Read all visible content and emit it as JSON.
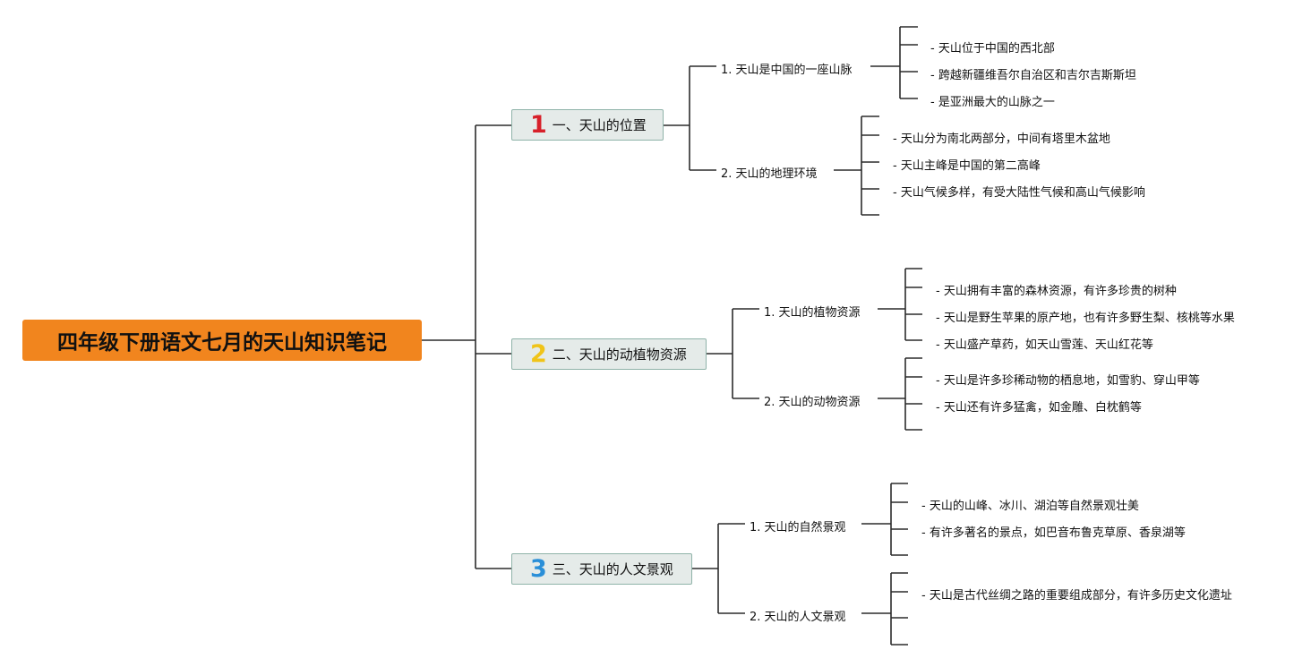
{
  "title": "四年级下册语文七月的天山知识笔记",
  "topics": [
    {
      "badge": "1",
      "badge_color": "#d7202a",
      "label": "一、天山的位置",
      "subs": [
        {
          "label": "1. 天山是中国的一座山脉",
          "items": [
            "- 天山位于中国的西北部",
            "- 跨越新疆维吾尔自治区和吉尔吉斯斯坦",
            "- 是亚洲最大的山脉之一"
          ]
        },
        {
          "label": "2. 天山的地理环境",
          "items": [
            "- 天山分为南北两部分，中间有塔里木盆地",
            "- 天山主峰是中国的第二高峰",
            "- 天山气候多样，有受大陆性气候和高山气候影响"
          ]
        }
      ]
    },
    {
      "badge": "2",
      "badge_color": "#f0c419",
      "label": "二、天山的动植物资源",
      "subs": [
        {
          "label": "1. 天山的植物资源",
          "items": [
            "- 天山拥有丰富的森林资源，有许多珍贵的树种",
            "- 天山是野生苹果的原产地，也有许多野生梨、核桃等水果",
            "- 天山盛产草药，如天山雪莲、天山红花等"
          ]
        },
        {
          "label": "2. 天山的动物资源",
          "items": [
            "- 天山是许多珍稀动物的栖息地，如雪豹、穿山甲等",
            "- 天山还有许多猛禽，如金雕、白枕鹤等"
          ]
        }
      ]
    },
    {
      "badge": "3",
      "badge_color": "#2a8fd8",
      "label": "三、天山的人文景观",
      "subs": [
        {
          "label": "1. 天山的自然景观",
          "items": [
            "- 天山的山峰、冰川、湖泊等自然景观壮美",
            "- 有许多著名的景点，如巴音布鲁克草原、香泉湖等"
          ]
        },
        {
          "label": "2. 天山的人文景观",
          "items": [
            "- 天山是古代丝绸之路的重要组成部分，有许多历史文化遗址"
          ]
        }
      ]
    }
  ]
}
